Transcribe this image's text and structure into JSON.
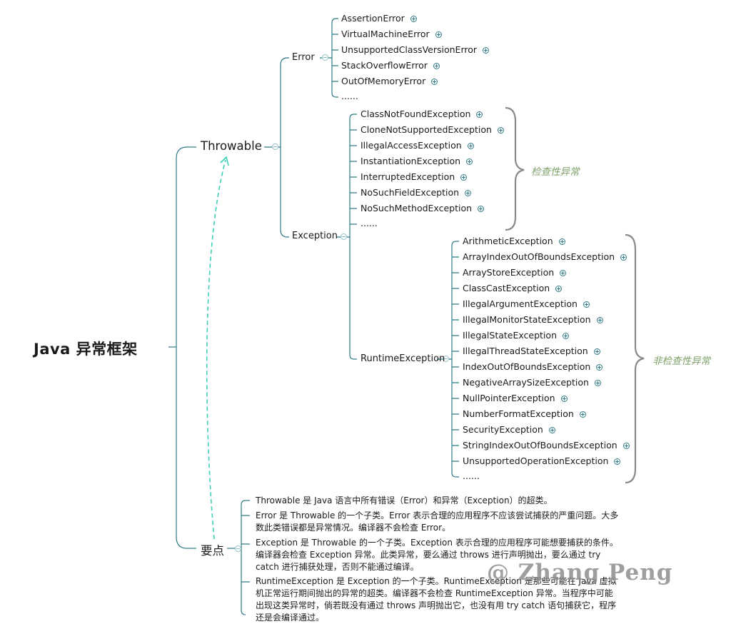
{
  "root": "Java 异常框架",
  "throwable": "Throwable",
  "keypoints": "要点",
  "error": {
    "label": "Error",
    "items": [
      "AssertionError",
      "VirtualMachineError",
      "UnsupportedClassVersionError",
      "StackOverflowError",
      "OutOfMemoryError",
      "......"
    ]
  },
  "exception": {
    "label": "Exception",
    "checked_items": [
      "ClassNotFoundException",
      "CloneNotSupportedException",
      "IllegalAccessException",
      "InstantiationException",
      "InterruptedException",
      "NoSuchFieldException",
      "NoSuchMethodException",
      "......"
    ],
    "checked_tag": "检查性异常"
  },
  "runtime": {
    "label": "RuntimeException",
    "items": [
      "ArithmeticException",
      "ArrayIndexOutOfBoundsException",
      "ArrayStoreException",
      "ClassCastException",
      "IllegalArgumentException",
      "IllegalMonitorStateException",
      "IllegalStateException",
      "IllegalThreadStateException",
      "IndexOutOfBoundsException",
      "NegativeArraySizeException",
      "NullPointerException",
      "NumberFormatException",
      "SecurityException",
      "StringIndexOutOfBoundsException",
      "UnsupportedOperationException",
      "......"
    ],
    "unchecked_tag": "非检查性异常"
  },
  "notes": [
    "Throwable 是 Java 语言中所有错误（Error）和异常（Exception）的超类。",
    "Error 是 Throwable 的一个子类。Error 表示合理的应用程序不应该尝试捕获的严重问题。大多数此类错误都是异常情况。编译器不会检查 Error。",
    "Exception 是 Throwable 的一个子类。Exception 表示合理的应用程序可能想要捕获的条件。编译器会检查 Exception 异常。此类异常，要么通过 throws 进行声明抛出，要么通过 try catch 进行捕获处理，否则不能通过编译。",
    "RuntimeException 是 Exception 的一个子类。RuntimeException 是那些可能在 Java 虚拟机正常运行期间抛出的异常的超类。编译器不会检查 RuntimeException 异常。当程序中可能出现这类异常时，倘若既没有通过 throws 声明抛出它，也没有用 try catch 语句捕获它，程序还是会编译通过。"
  ],
  "watermark": "@ Zhang Peng",
  "colors": {
    "branch": "#2e7a86",
    "dashed_arrow": "#3fd0b8",
    "tag": "#7ea06a",
    "brace": "#8a8a8a"
  }
}
